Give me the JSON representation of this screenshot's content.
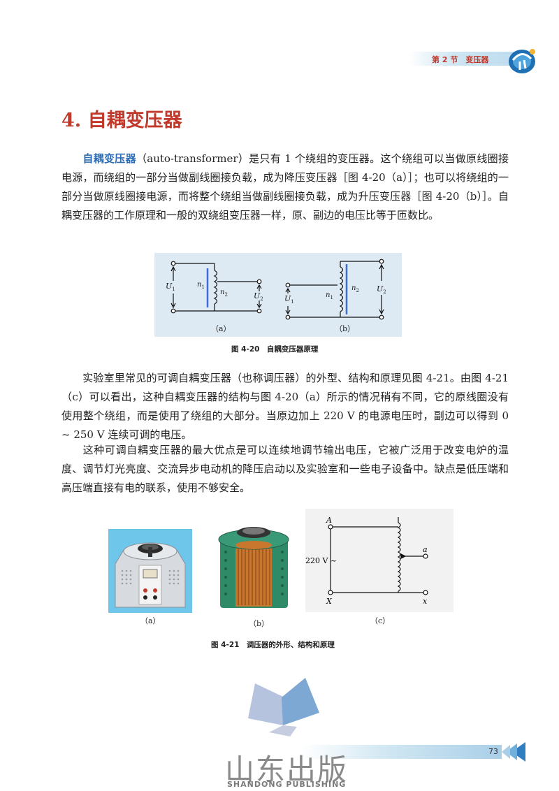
{
  "header": {
    "section": "第 2 节　变压器"
  },
  "section": {
    "title": "4. 自耦变压器"
  },
  "paragraph1": {
    "term": "自耦变压器",
    "text": "（auto-transformer）是只有 1 个绕组的变压器。这个绕组可以当做原线圈接电源，而绕组的一部分当做副线圈接负载，成为降压变压器［图 4-20（a）］；也可以将绕组的一部分当做原线圈接电源，而将整个绕组当做副线圈接负载，成为升压变压器［图 4-20（b）］。自耦变压器的工作原理和一般的双绕组变压器一样，原、副边的电压比等于匝数比。"
  },
  "figure20": {
    "caption": "图 4-20　自耦变压器原理",
    "sub_a": "（a）",
    "sub_b": "（b）",
    "U1": "U",
    "U1_sub": "1",
    "U2": "U",
    "U2_sub": "2",
    "n1": "n",
    "n1_sub": "1",
    "n2": "n",
    "n2_sub": "2"
  },
  "paragraph2": {
    "text": "实验室里常见的可调自耦变压器（也称调压器）的外型、结构和原理见图 4-21。由图 4-21（c）可以看出，这种自耦变压器的结构与图 4-20（a）所示的情况稍有不同，它的原线圈没有使用整个绕组，而是使用了绕组的大部分。当原边加上 220 V 的电源电压时，副边可以得到 0 ~ 250 V 连续可调的电压。"
  },
  "paragraph3": {
    "text": "这种可调自耦变压器的最大优点是可以连续地调节输出电压，它被广泛用于改变电炉的温度、调节灯光亮度、交流异步电动机的降压启动以及实验室和一些电子设备中。缺点是低压端和高压端直接有电的联系，使用不够安全。"
  },
  "figure21": {
    "caption": "图 4-21　调压器的外形、结构和原理",
    "sub_a": "（a）",
    "sub_b": "（b）",
    "sub_c": "（c）",
    "A": "A",
    "X": "X",
    "a": "a",
    "x": "x",
    "voltage": "220 V ~"
  },
  "footer": {
    "page_number": "73",
    "publisher_cn": "山东出版",
    "publisher_en": "SHANDONG PUBLISHING"
  },
  "colors": {
    "heading": "#c0392b",
    "term": "#2e6db3",
    "figure_bg": "#dde9f3",
    "core": "#3a6fd8"
  }
}
